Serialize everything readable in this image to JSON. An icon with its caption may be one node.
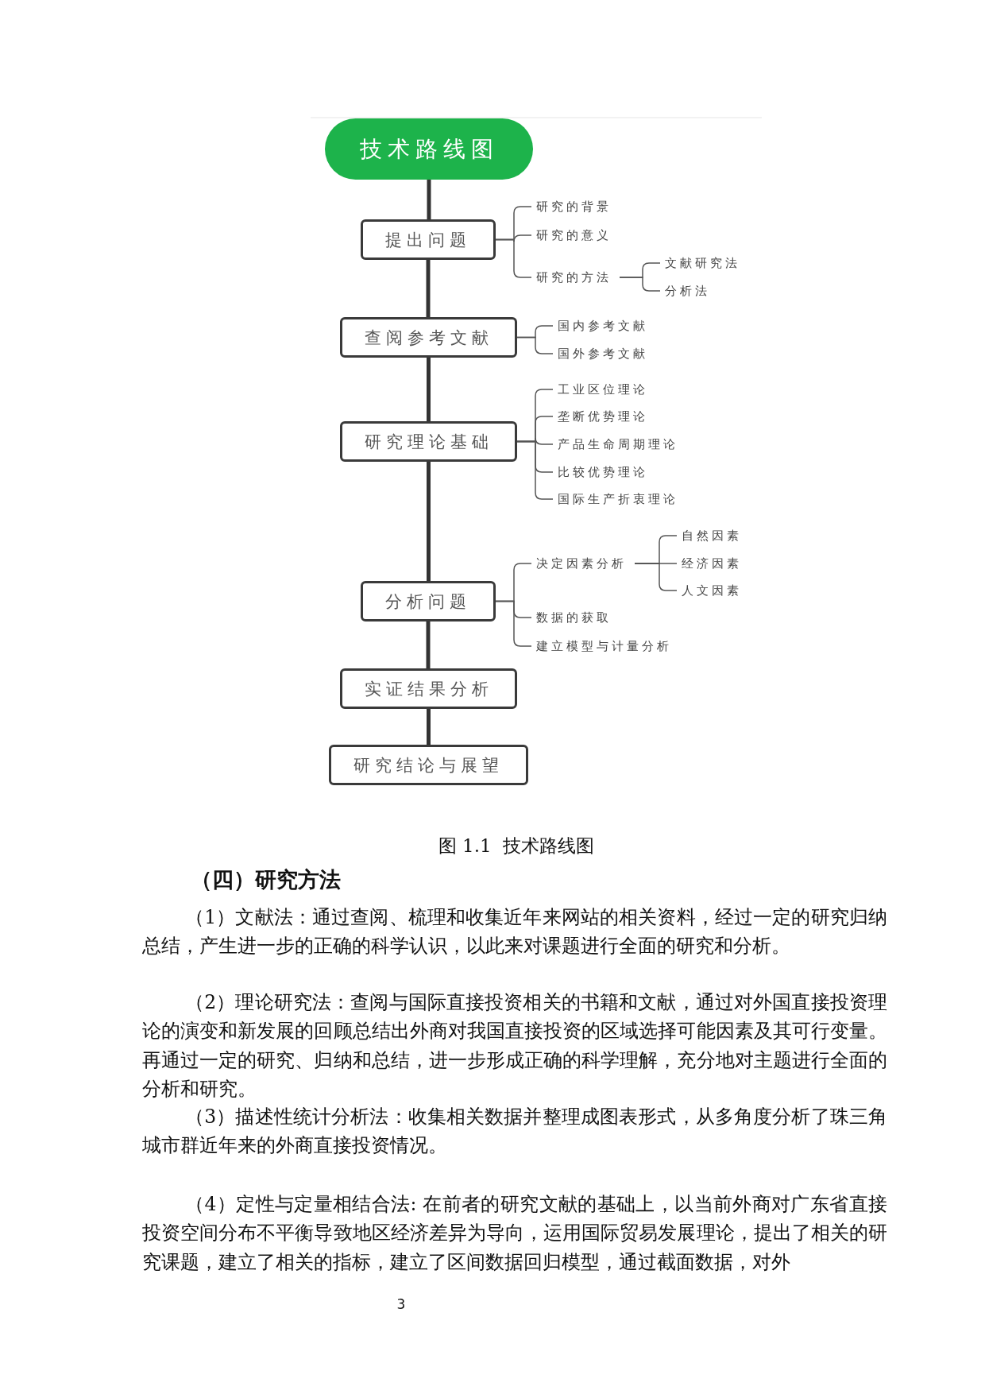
{
  "diagram": {
    "caption": "图 1.1  技术路线图",
    "nodes": [
      {
        "text": [
          "技术路线图"
        ]
      },
      {
        "text": [
          "提出问题"
        ]
      },
      {
        "text": [
          "研究的背景"
        ]
      },
      {
        "text": [
          "研究的意义"
        ]
      },
      {
        "text": [
          "研究的方法"
        ]
      },
      {
        "text": [
          "文献研究法"
        ]
      },
      {
        "text": [
          "分析法"
        ]
      },
      {
        "text": [
          "查阅参考文献"
        ]
      },
      {
        "text": [
          "国内参考文献"
        ]
      },
      {
        "text": [
          "国外参考文献"
        ]
      },
      {
        "text": [
          "研究理论基础"
        ]
      },
      {
        "text": [
          "工业区位理论"
        ]
      },
      {
        "text": [
          "垄断优势理论"
        ]
      },
      {
        "text": [
          "产品生命周期理论"
        ]
      },
      {
        "text": [
          "比较优势理论"
        ]
      },
      {
        "text": [
          "国际生产折衷理论"
        ]
      },
      {
        "text": [
          "分析问题"
        ]
      },
      {
        "text": [
          "决定因素分析"
        ]
      },
      {
        "text": [
          "自然因素"
        ]
      },
      {
        "text": [
          "经济因素"
        ]
      },
      {
        "text": [
          "人文因素"
        ]
      },
      {
        "text": [
          "数据的获取"
        ]
      },
      {
        "text": [
          "建立模型与计量分析"
        ]
      },
      {
        "text": [
          "实证结果分析"
        ]
      },
      {
        "text": [
          "研究结论与展望"
        ]
      }
    ],
    "edges": [
      {
        "from": 0,
        "to": 1,
        "arrow": "none",
        "style": "thick"
      },
      {
        "from": 1,
        "to": 7,
        "arrow": "none",
        "style": "thick"
      },
      {
        "from": 7,
        "to": 10,
        "arrow": "none",
        "style": "thick"
      },
      {
        "from": 10,
        "to": 16,
        "arrow": "none",
        "style": "thick"
      },
      {
        "from": 16,
        "to": 23,
        "arrow": "none",
        "style": "thick"
      },
      {
        "from": 23,
        "to": 24,
        "arrow": "none",
        "style": "thick"
      },
      {
        "from": 1,
        "to": 2,
        "arrow": "none"
      },
      {
        "from": 1,
        "to": 3,
        "arrow": "none"
      },
      {
        "from": 1,
        "to": 4,
        "arrow": "none"
      },
      {
        "from": 4,
        "to": 5,
        "arrow": "none"
      },
      {
        "from": 4,
        "to": 6,
        "arrow": "none"
      },
      {
        "from": 7,
        "to": 8,
        "arrow": "none"
      },
      {
        "from": 7,
        "to": 9,
        "arrow": "none"
      },
      {
        "from": 10,
        "to": 11,
        "arrow": "none"
      },
      {
        "from": 10,
        "to": 12,
        "arrow": "none"
      },
      {
        "from": 10,
        "to": 13,
        "arrow": "none"
      },
      {
        "from": 10,
        "to": 14,
        "arrow": "none"
      },
      {
        "from": 10,
        "to": 15,
        "arrow": "none"
      },
      {
        "from": 16,
        "to": 17,
        "arrow": "none"
      },
      {
        "from": 16,
        "to": 21,
        "arrow": "none"
      },
      {
        "from": 16,
        "to": 22,
        "arrow": "none"
      },
      {
        "from": 17,
        "to": 18,
        "arrow": "none"
      },
      {
        "from": 17,
        "to": 19,
        "arrow": "none"
      },
      {
        "from": 17,
        "to": 20,
        "arrow": "none"
      }
    ],
    "labels": [
      "（四）研究方法",
      "（1）文献法：通过查阅、梳理和收集近年来网站的相关资料，经过一定的研究归纳总结，产生进一步的正确的科学认识，以此来对课题进行全面的研究和分析。",
      "（2）理论研究法：查阅与国际直接投资相关的书籍和文献，通过对外国直接投资理论的演变和新发展的回顾总结出外商对我国直接投资的区域选择可能因素及其可行变量。再通过一定的研究、归纳和总结，进一步形成正确的科学理解，充分地对主题进行全面的分析和研究。",
      "（3）描述性统计分析法：收集相关数据并整理成图表形式，从多角度分析了珠三角城市群近年来的外商直接投资情况。",
      "（4）定性与定量相结合法: 在前者的研究文献的基础上，以当前外商对广东省直接投资空间分布不平衡导致地区经济差异为导向，运用国际贸易发展理论，提出了相关的研究课题，建立了相关的指标，建立了区间数据回归模型，通过截面数据，对外",
      "3"
    ]
  }
}
